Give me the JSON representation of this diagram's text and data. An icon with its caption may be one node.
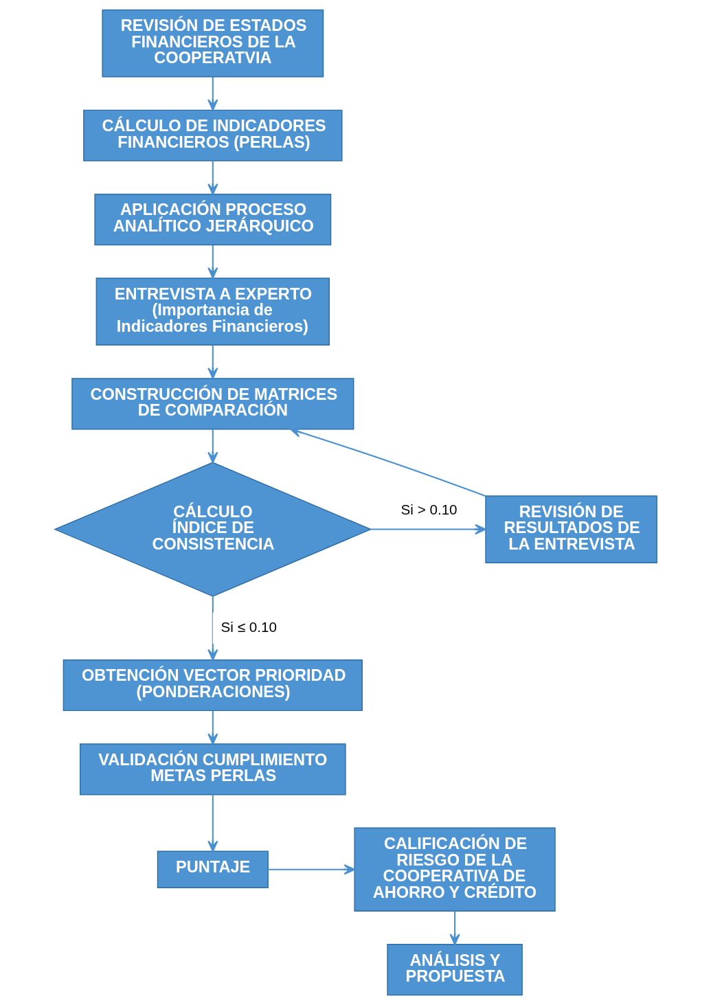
{
  "diagram": {
    "nodes": [
      {
        "text": [
          "REVISIÓN DE ESTADOS FINANCIEROS DE LA COOPERATVIA"
        ]
      },
      {
        "text": [
          "CÁLCULO DE INDICADORES FINANCIEROS (PERLAS)"
        ]
      },
      {
        "text": [
          "APLICACIÓN PROCESO ANALÍTICO JERÁRQUICO"
        ]
      },
      {
        "text": [
          "ENTREVISTA A EXPERTO",
          "(Importancia de Indicadores Financieros)"
        ]
      },
      {
        "text": [
          "CONSTRUCCIÓN DE MATRICES DE COMPARACIÓN"
        ]
      },
      {
        "text": [
          "CÁLCULO ÍNDICE DE CONSISTENCIA"
        ]
      },
      {
        "text": [
          "REVISIÓN DE RESULTADOS DE LA ENTREVISTA"
        ]
      },
      {
        "text": [
          "OBTENCIÓN VECTOR PRIORIDAD (PONDERACIONES)"
        ]
      },
      {
        "text": [
          "VALIDACIÓN CUMPLIMIENTO METAS PERLAS"
        ]
      },
      {
        "text": [
          "PUNTAJE"
        ]
      },
      {
        "text": [
          "CALIFICACIÓN DE RIESGO DE LA COOPERATIVA DE AHORRO Y CRÉDITO"
        ]
      },
      {
        "text": [
          "ANÁLISIS Y PROPUESTA"
        ]
      }
    ],
    "edges": [
      {
        "from": 0,
        "to": 1,
        "arrow": "to"
      },
      {
        "from": 1,
        "to": 2,
        "arrow": "to"
      },
      {
        "from": 2,
        "to": 3,
        "arrow": "to"
      },
      {
        "from": 3,
        "to": 4,
        "arrow": "to"
      },
      {
        "from": 4,
        "to": 5,
        "arrow": "to"
      },
      {
        "from": 5,
        "to": 6,
        "arrow": "to",
        "label": "Si > 0.10"
      },
      {
        "from": 6,
        "to": 4,
        "arrow": "to"
      },
      {
        "from": 5,
        "to": 7,
        "arrow": "to",
        "label": "Si ≤ 0.10"
      },
      {
        "from": 7,
        "to": 8,
        "arrow": "to"
      },
      {
        "from": 8,
        "to": 9,
        "arrow": "to"
      },
      {
        "from": 9,
        "to": 10,
        "arrow": "to"
      },
      {
        "from": 10,
        "to": 11,
        "arrow": "to"
      }
    ]
  }
}
